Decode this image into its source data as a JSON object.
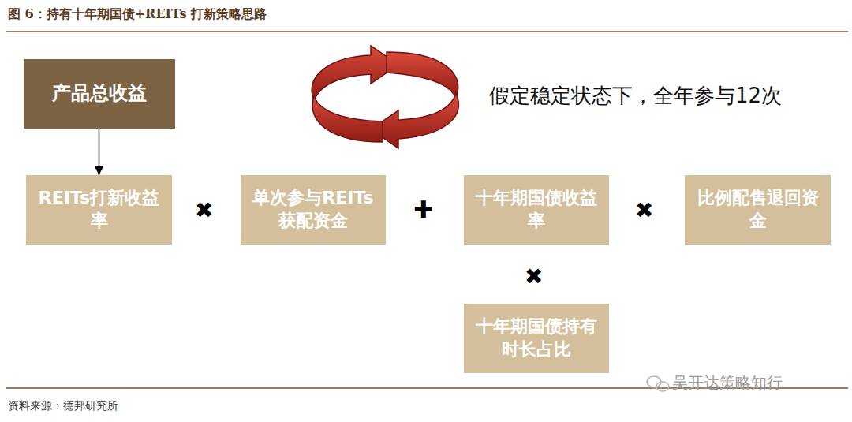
{
  "diagram": {
    "title": "图 6：持有十年期国债+REITs 打新策略思路",
    "nodes": [
      {
        "text": [
          "产品总收益"
        ]
      },
      {
        "text": [
          "REITs打新收益率"
        ]
      },
      {
        "text": [
          "单次参与REITs获配资金"
        ]
      },
      {
        "text": [
          "十年期国债收益率"
        ]
      },
      {
        "text": [
          "比例配售退回资金"
        ]
      },
      {
        "text": [
          "十年期国债持有时长占比"
        ]
      }
    ],
    "edges": [
      {
        "from": 0,
        "to": 1,
        "arrow": "to"
      }
    ],
    "labels": [
      "假定稳定状态下，全年参与12次",
      "✖",
      "✚",
      "✖",
      "✖",
      "资料来源：德邦研究所",
      "吴开达策略知行"
    ]
  }
}
